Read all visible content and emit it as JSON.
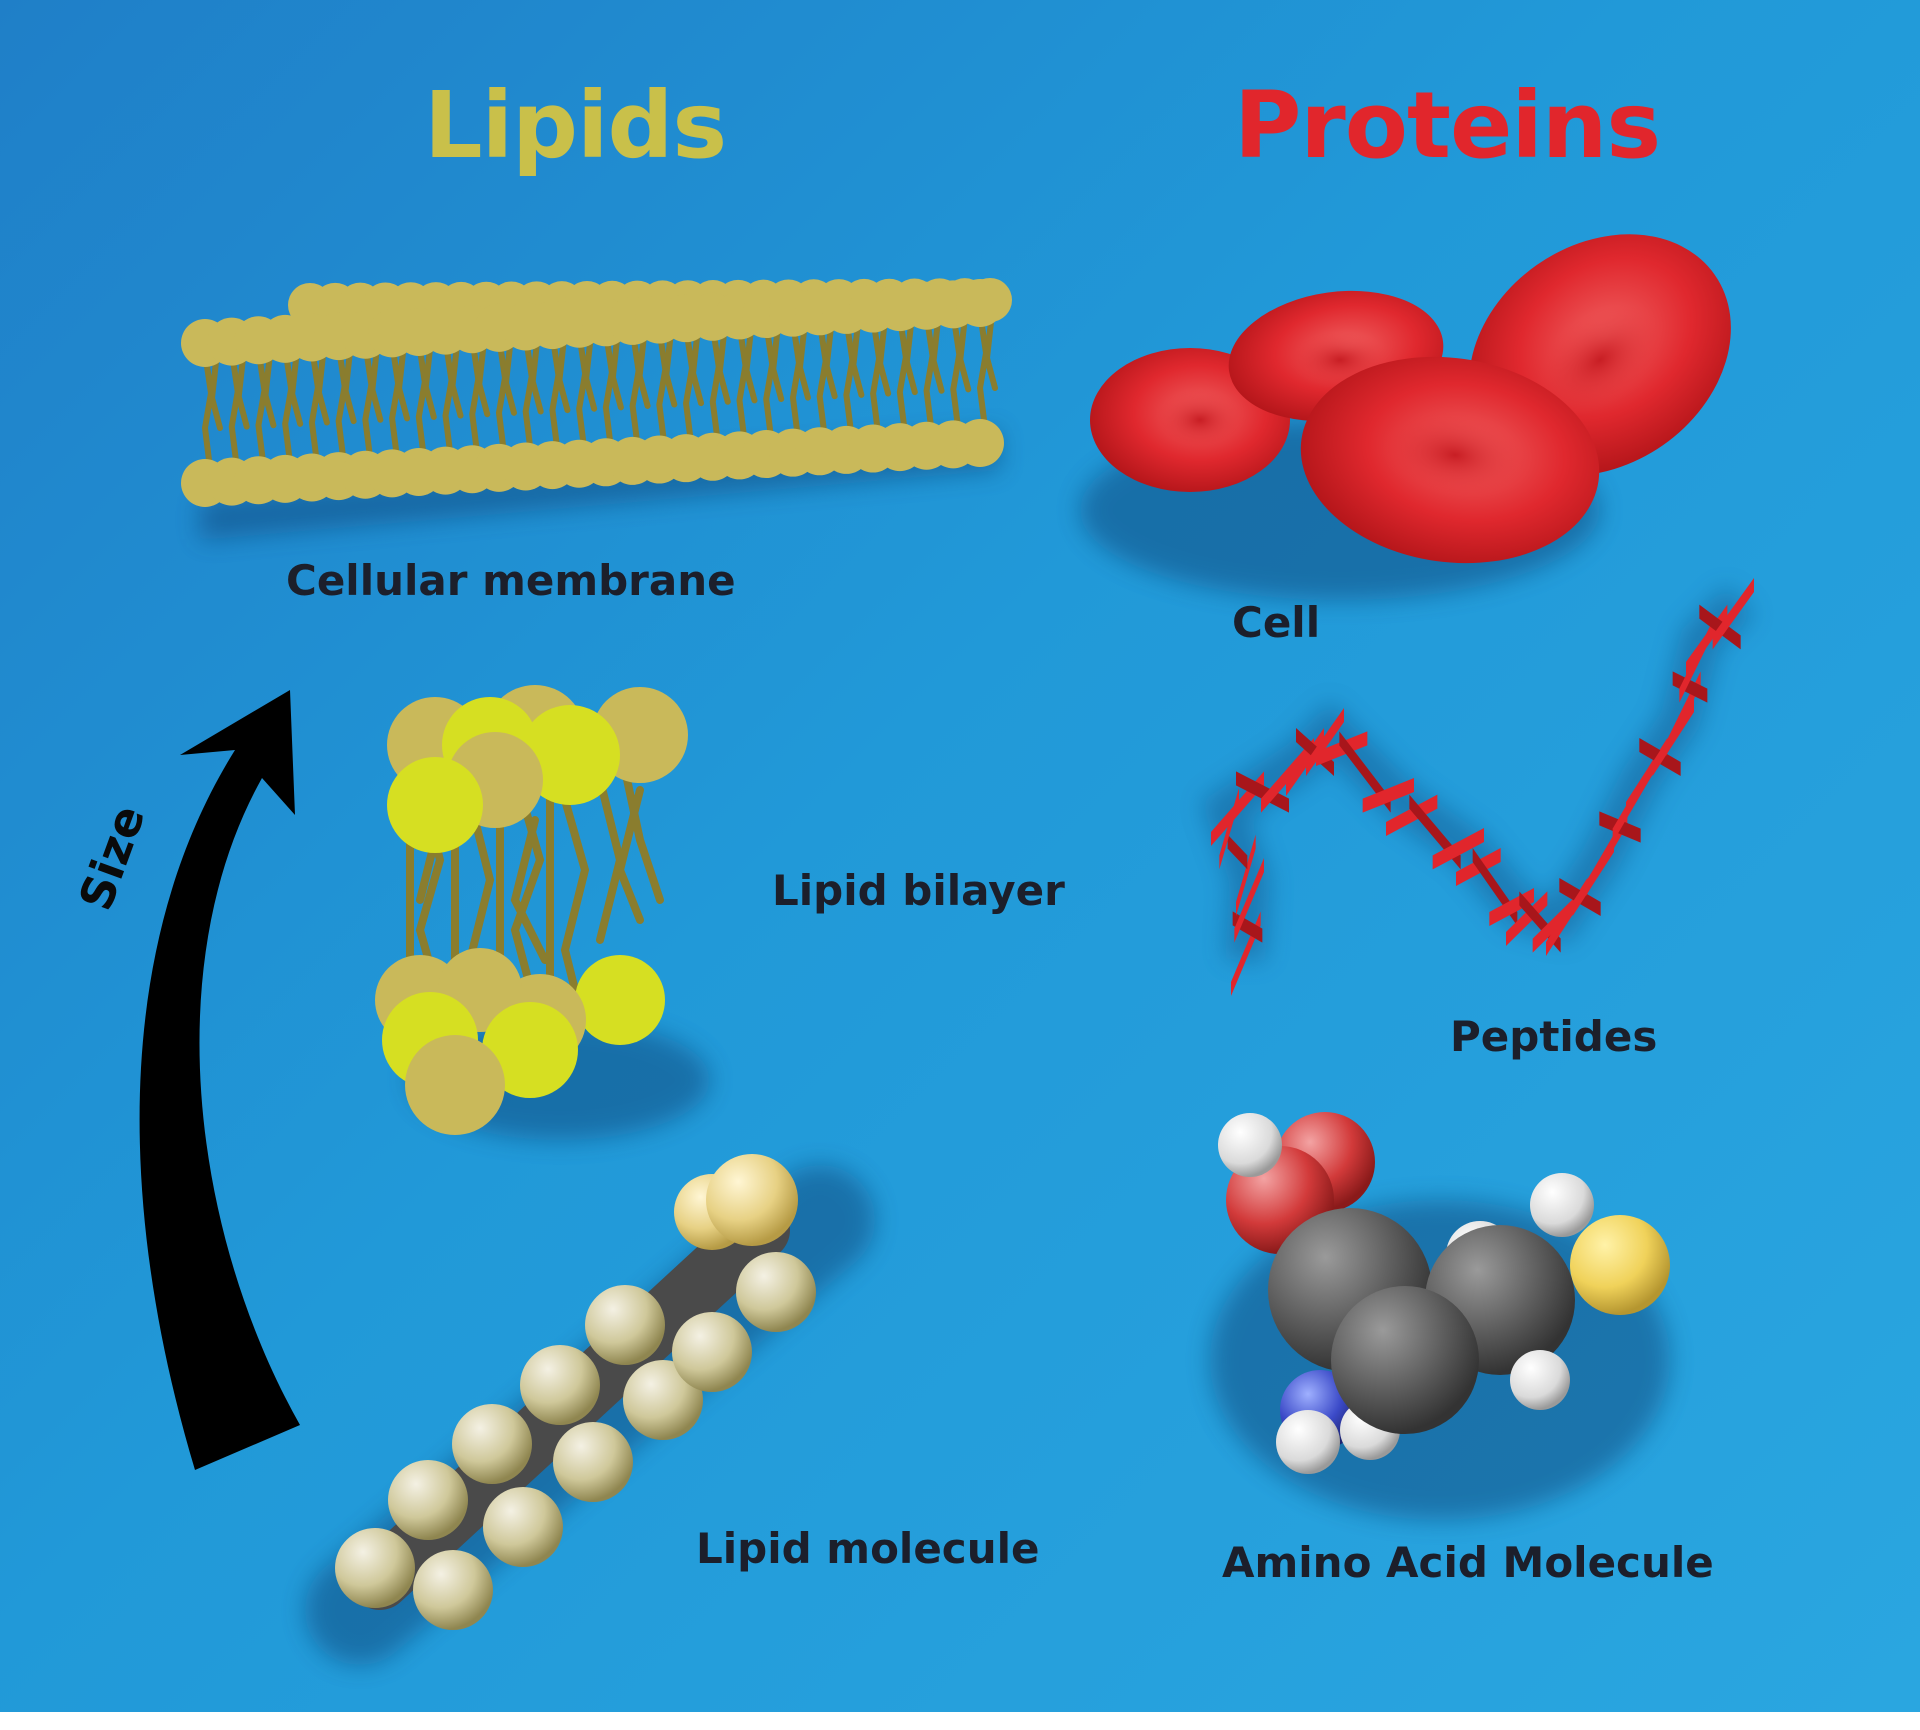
{
  "headings": {
    "lipids": {
      "text": "Lipids",
      "color": "#c9c04a"
    },
    "proteins": {
      "text": "Proteins",
      "color": "#e1262c"
    }
  },
  "labels": {
    "cellular_membrane": "Cellular membrane",
    "cell": "Cell",
    "lipid_bilayer": "Lipid bilayer",
    "peptides": "Peptides",
    "lipid_molecule": "Lipid molecule",
    "amino_acid_molecule": "Amino Acid Molecule",
    "size_arrow": "Size"
  },
  "colors": {
    "background": "#2199d8",
    "lipid_head": "#c9b95a",
    "lipid_head_bright": "#d6df22",
    "lipid_tail": "#8a7d2e",
    "protein_red": "#e1262c",
    "label_text": "#1c1f2b",
    "arrow": "#000000"
  }
}
